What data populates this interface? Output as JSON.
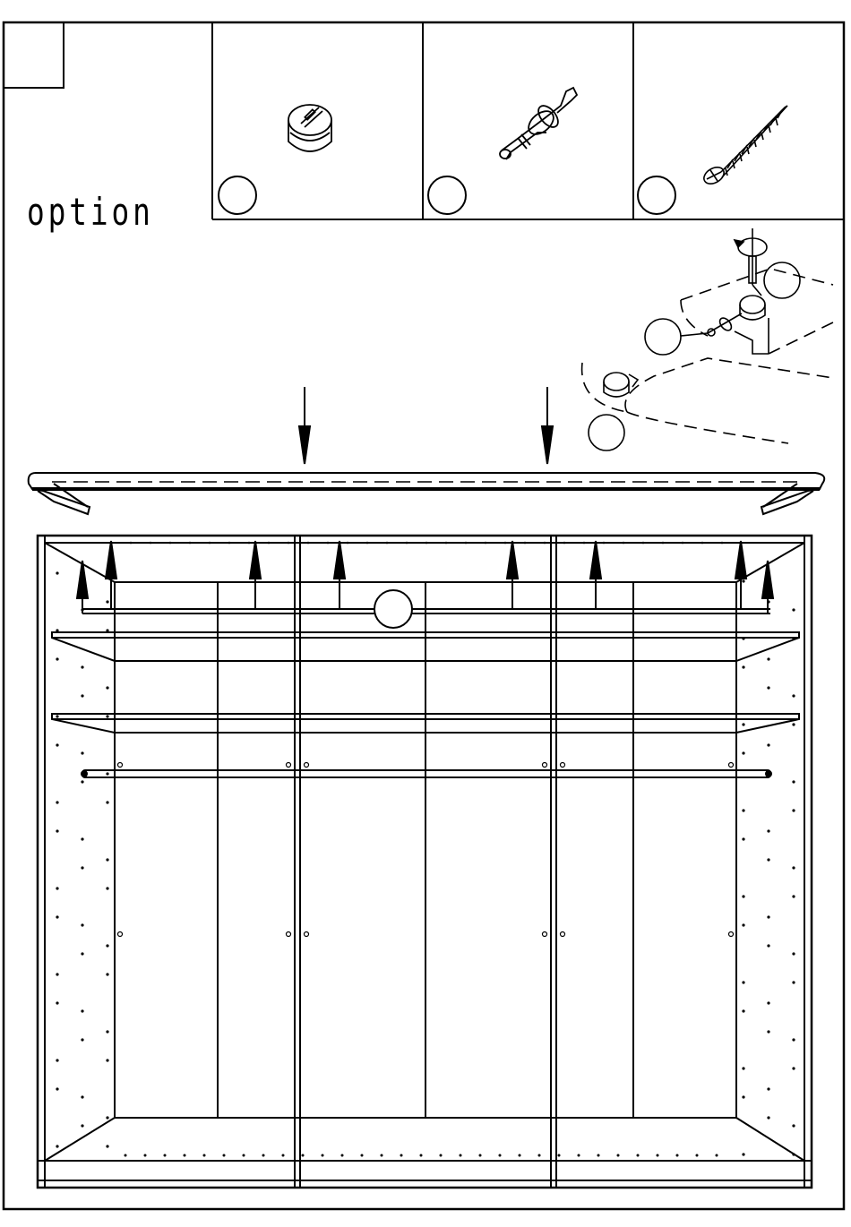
{
  "header": {
    "step_box": "",
    "option_label": "option"
  },
  "parts": [
    {
      "name": "cam-lock",
      "callout": ""
    },
    {
      "name": "cam-bolt",
      "callout": ""
    },
    {
      "name": "screw",
      "callout": ""
    }
  ],
  "detail_callouts": [
    "",
    "",
    ""
  ],
  "main_callout": "",
  "icons": {
    "cam-lock": "cam-lock-icon",
    "cam-bolt": "cam-bolt-icon",
    "screw": "screw-icon",
    "rotate": "rotate-arrow-icon"
  }
}
